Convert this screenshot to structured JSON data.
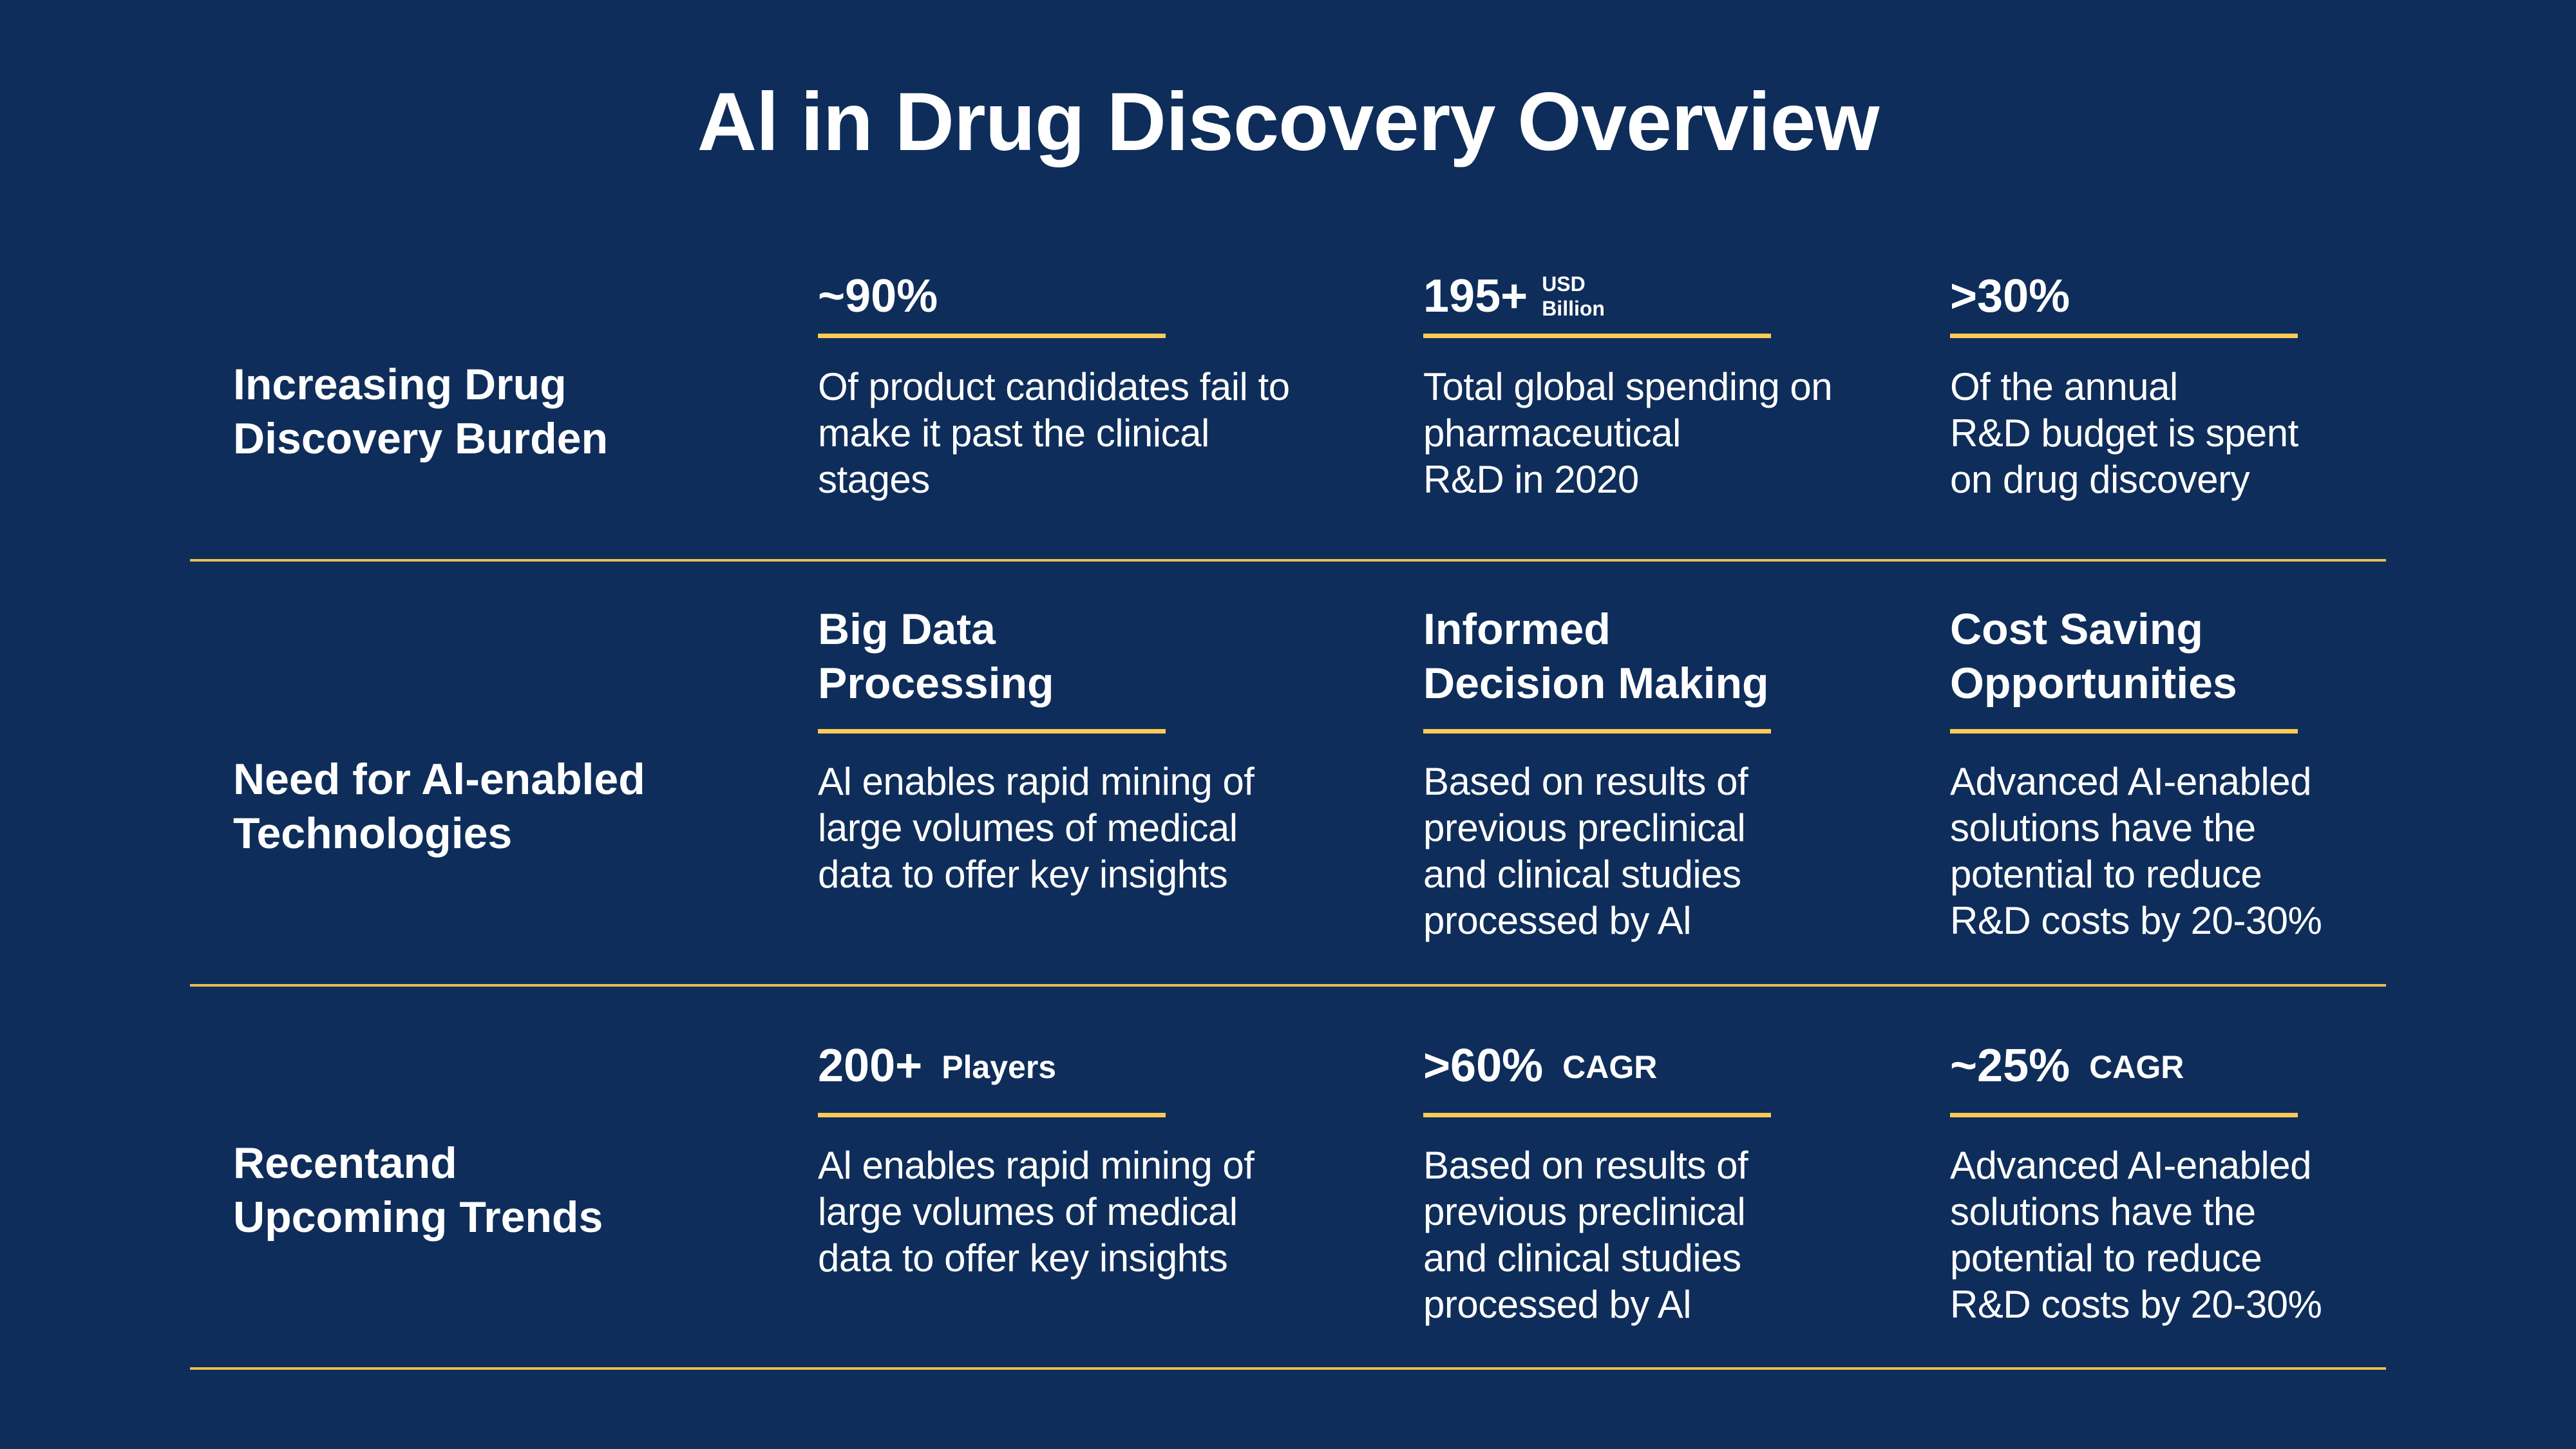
{
  "title": "Al in Drug Discovery Overview",
  "colors": {
    "background": "#0e2d5a",
    "accent_gold": "#fdcb55",
    "divider_gold": "#e9bd4e",
    "text": "#ffffff"
  },
  "rows": [
    {
      "label_line1": "Increasing Drug",
      "label_line2": "Discovery Burden",
      "cards": [
        {
          "metric": "~90%",
          "unit": "",
          "desc_lines": [
            "Of product candidates fail to",
            "make it past the clinical",
            "stages"
          ]
        },
        {
          "metric": "195+",
          "unit_line1": "USD",
          "unit_line2": "Billion",
          "desc_lines": [
            "Total global spending on",
            "pharmaceutical",
            "R&D in 2020"
          ]
        },
        {
          "metric": ">30%",
          "unit": "",
          "desc_lines": [
            "Of the annual",
            "R&D budget is spent",
            "on drug discovery"
          ]
        }
      ]
    },
    {
      "label_line1": "Need for Al-enabled",
      "label_line2": "Technologies",
      "cards": [
        {
          "heading_line1": "Big Data",
          "heading_line2": "Processing",
          "desc_lines": [
            "Al enables rapid mining of",
            "large volumes of medical",
            "data to offer key insights"
          ]
        },
        {
          "heading_line1": "Informed",
          "heading_line2": "Decision Making",
          "desc_lines": [
            "Based on results of",
            "previous preclinical",
            "and clinical studies",
            "processed by Al"
          ]
        },
        {
          "heading_line1": "Cost Saving",
          "heading_line2": "Opportunities",
          "desc_lines": [
            "Advanced AI-enabled",
            "solutions have the",
            "potential to reduce",
            "R&D costs by 20-30%"
          ]
        }
      ]
    },
    {
      "label_line1": "Recentand",
      "label_line2": "Upcoming Trends",
      "cards": [
        {
          "metric": "200+",
          "unit": "Players",
          "desc_lines": [
            "Al enables rapid mining of",
            "large volumes of medical",
            "data to offer key insights"
          ]
        },
        {
          "metric": ">60%",
          "unit": "CAGR",
          "desc_lines": [
            "Based on results of",
            "previous preclinical",
            "and clinical studies",
            "processed by Al"
          ]
        },
        {
          "metric": "~25%",
          "unit": "CAGR",
          "desc_lines": [
            "Advanced AI-enabled",
            "solutions have the",
            "potential to reduce",
            "R&D costs by 20-30%"
          ]
        }
      ]
    }
  ]
}
